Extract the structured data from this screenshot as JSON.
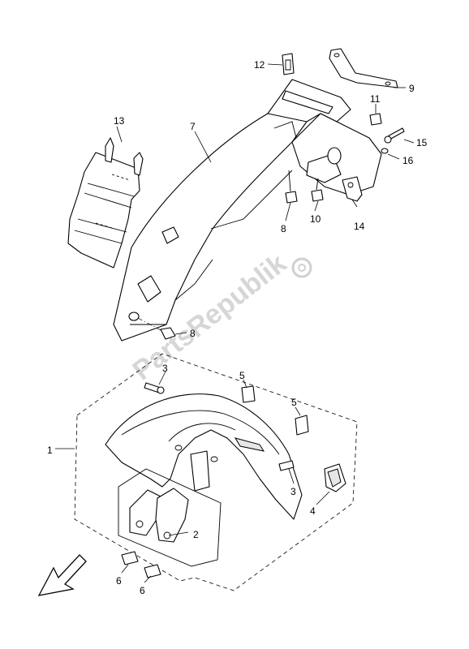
{
  "watermark": "PartsRepublik",
  "callouts": [
    "1",
    "2",
    "3",
    "3",
    "4",
    "5",
    "5",
    "6",
    "6",
    "7",
    "8",
    "8",
    "9",
    "10",
    "11",
    "12",
    "13",
    "14",
    "15",
    "16"
  ]
}
